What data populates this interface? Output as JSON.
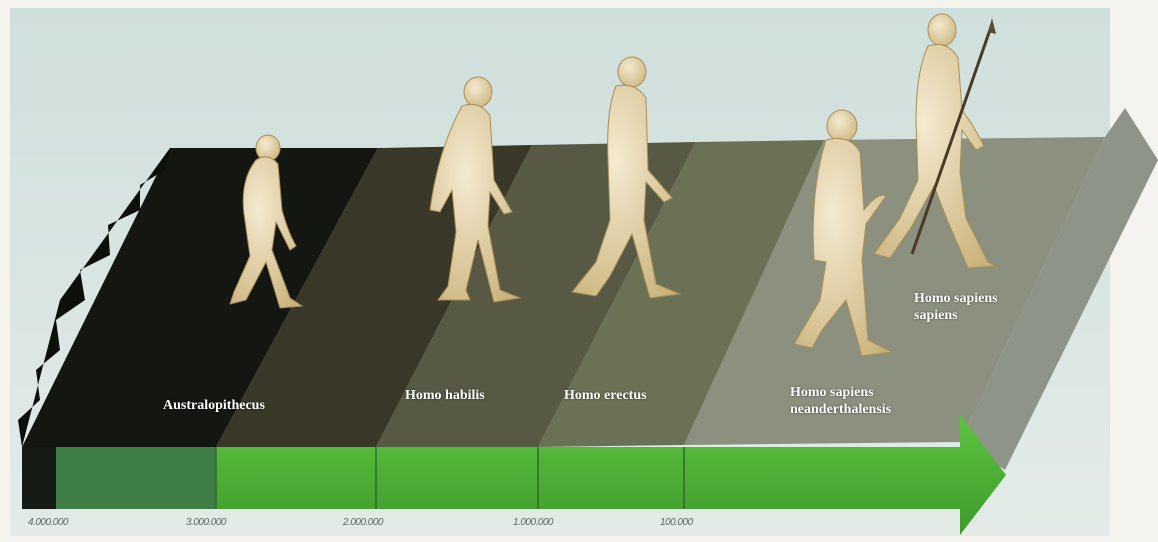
{
  "stages": [
    {
      "id": "australopithecus",
      "name": "Australopithecus",
      "lines": [
        "Australopithecus"
      ]
    },
    {
      "id": "habilis",
      "name": "Homo habilis",
      "lines": [
        "Homo habilis"
      ]
    },
    {
      "id": "erectus",
      "name": "Homo erectus",
      "lines": [
        "Homo erectus"
      ]
    },
    {
      "id": "neanderthalensis",
      "name": "Homo sapiens neanderthalensis",
      "lines": [
        "Homo sapiens",
        "neanderthalensis"
      ]
    },
    {
      "id": "sapiens",
      "name": "Homo sapiens sapiens",
      "lines": [
        "Homo sapiens",
        "sapiens"
      ]
    }
  ],
  "timeline": {
    "ticks": [
      "4.000.000",
      "3.000.000",
      "2.000.000",
      "1.000.000",
      "100.000"
    ]
  },
  "colors": {
    "band_1": "#121410",
    "band_2": "#3a3a2c",
    "band_3": "#585a45",
    "band_4": "#6c7357",
    "band_5": "#8c9380",
    "arrow_green": "#4fb438",
    "figure": "#ead9a9",
    "sky": "#d9e5e2"
  }
}
